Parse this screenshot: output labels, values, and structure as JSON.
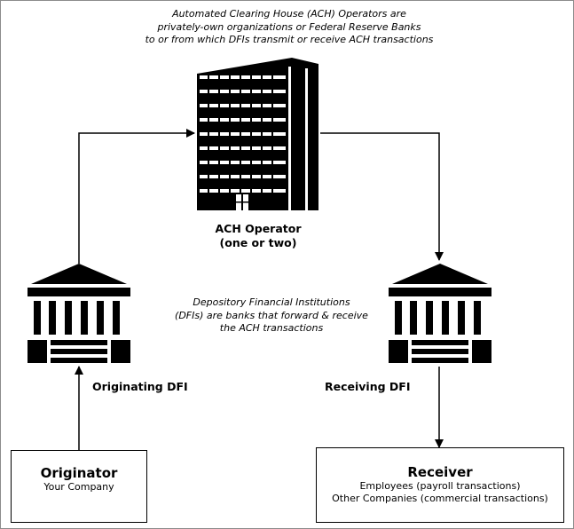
{
  "ach_note": {
    "lines": [
      "Automated Clearing House (ACH) Operators are",
      "privately-own organizations or Federal Reserve Banks",
      "to or from which DFIs transmit or receive ACH transactions"
    ]
  },
  "ach_operator": {
    "label_line1": "ACH Operator",
    "label_line2": "(one or two)"
  },
  "dfi_note": {
    "lines": [
      "Depository Financial Institutions",
      "(DFIs) are banks that forward & receive",
      "the ACH transactions"
    ]
  },
  "originating_dfi": {
    "label": "Originating DFI"
  },
  "receiving_dfi": {
    "label": "Receiving DFI"
  },
  "originator": {
    "title": "Originator",
    "subtitle": "Your Company"
  },
  "receiver": {
    "title": "Receiver",
    "lines": [
      "Employees (payroll transactions)",
      "Other Companies (commercial transactions)"
    ]
  },
  "icons": {
    "operator": "office-building-icon",
    "bank": "bank-building-icon"
  }
}
